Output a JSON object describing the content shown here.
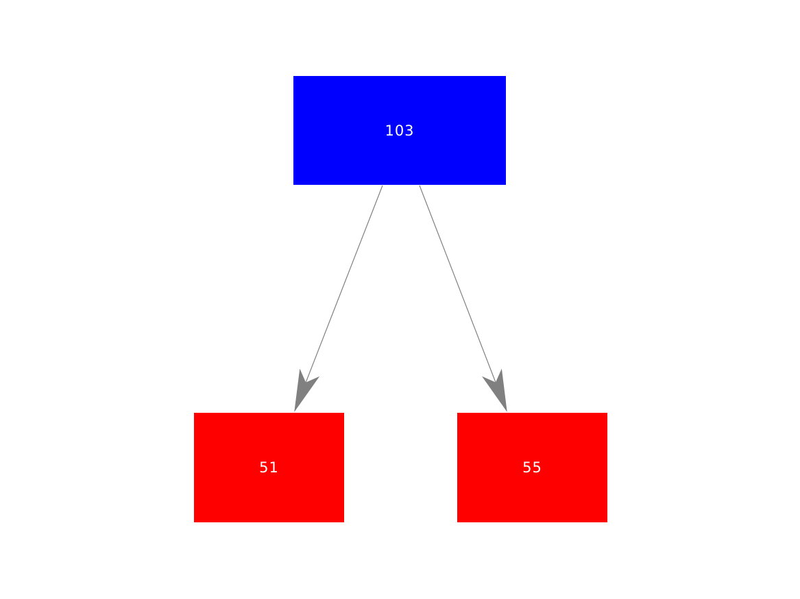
{
  "diagram": {
    "background_color": "#ffffff",
    "edge_color": "#808080",
    "nodes": [
      {
        "id": "root",
        "label": "103",
        "fill_color": "#0000ff",
        "text_color": "#ffffff"
      },
      {
        "id": "left-child",
        "label": "51",
        "fill_color": "#ff0000",
        "text_color": "#ffffff"
      },
      {
        "id": "right-child",
        "label": "55",
        "fill_color": "#ff0000",
        "text_color": "#ffffff"
      }
    ],
    "edges": [
      {
        "from": "103",
        "to": "51"
      },
      {
        "from": "103",
        "to": "55"
      }
    ]
  }
}
